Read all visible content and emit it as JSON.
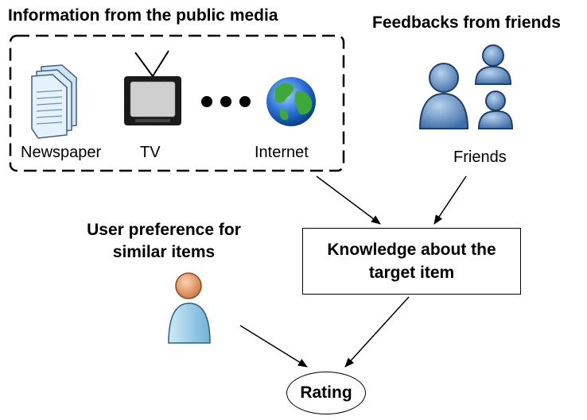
{
  "media": {
    "title": "Information from the public media",
    "newspaper_label": "Newspaper",
    "tv_label": "TV",
    "internet_label": "Internet"
  },
  "friends": {
    "title": "Feedbacks from friends",
    "label": "Friends"
  },
  "user": {
    "label": "User preference for similar items"
  },
  "knowledge": {
    "line1": "Knowledge about the",
    "line2": "target item"
  },
  "rating": {
    "label": "Rating"
  },
  "colors": {
    "person_blue": "#5f8fc2",
    "user_skin": "#e8a87c",
    "user_body": "#9fd0e8",
    "globe_blue": "#2a6fd6",
    "globe_green": "#3fa83a"
  }
}
